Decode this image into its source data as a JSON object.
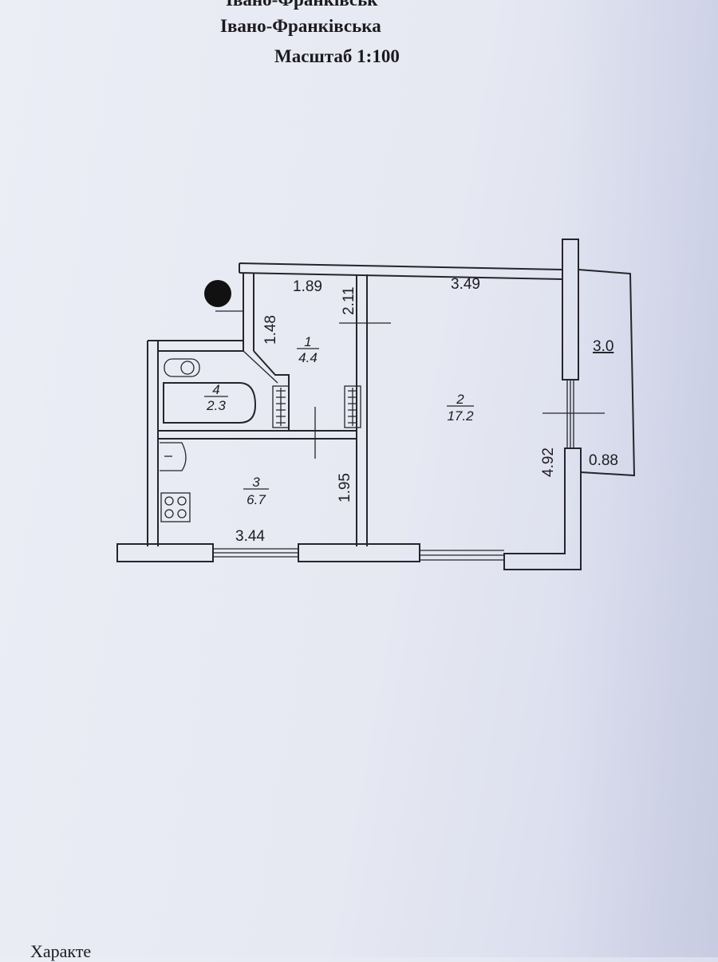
{
  "header": {
    "line_cut": "Івано-Франківськ",
    "city": "Івано-Франківська",
    "scale": "Масштаб 1:100"
  },
  "rooms": [
    {
      "number": "1",
      "area": "4.4"
    },
    {
      "number": "2",
      "area": "17.2"
    },
    {
      "number": "3",
      "area": "6.7"
    },
    {
      "number": "4",
      "area": "2.3"
    }
  ],
  "dimensions": {
    "hall_width": "1.89",
    "hall_depth": "2.11",
    "hall_diag": "1.48",
    "room_width": "3.49",
    "room_depth": "4.92",
    "kitchen_width": "3.44",
    "kitchen_depth": "1.95",
    "balcony_length": "3.0",
    "balcony_width": "0.88"
  },
  "footer": {
    "text": "Характе"
  }
}
